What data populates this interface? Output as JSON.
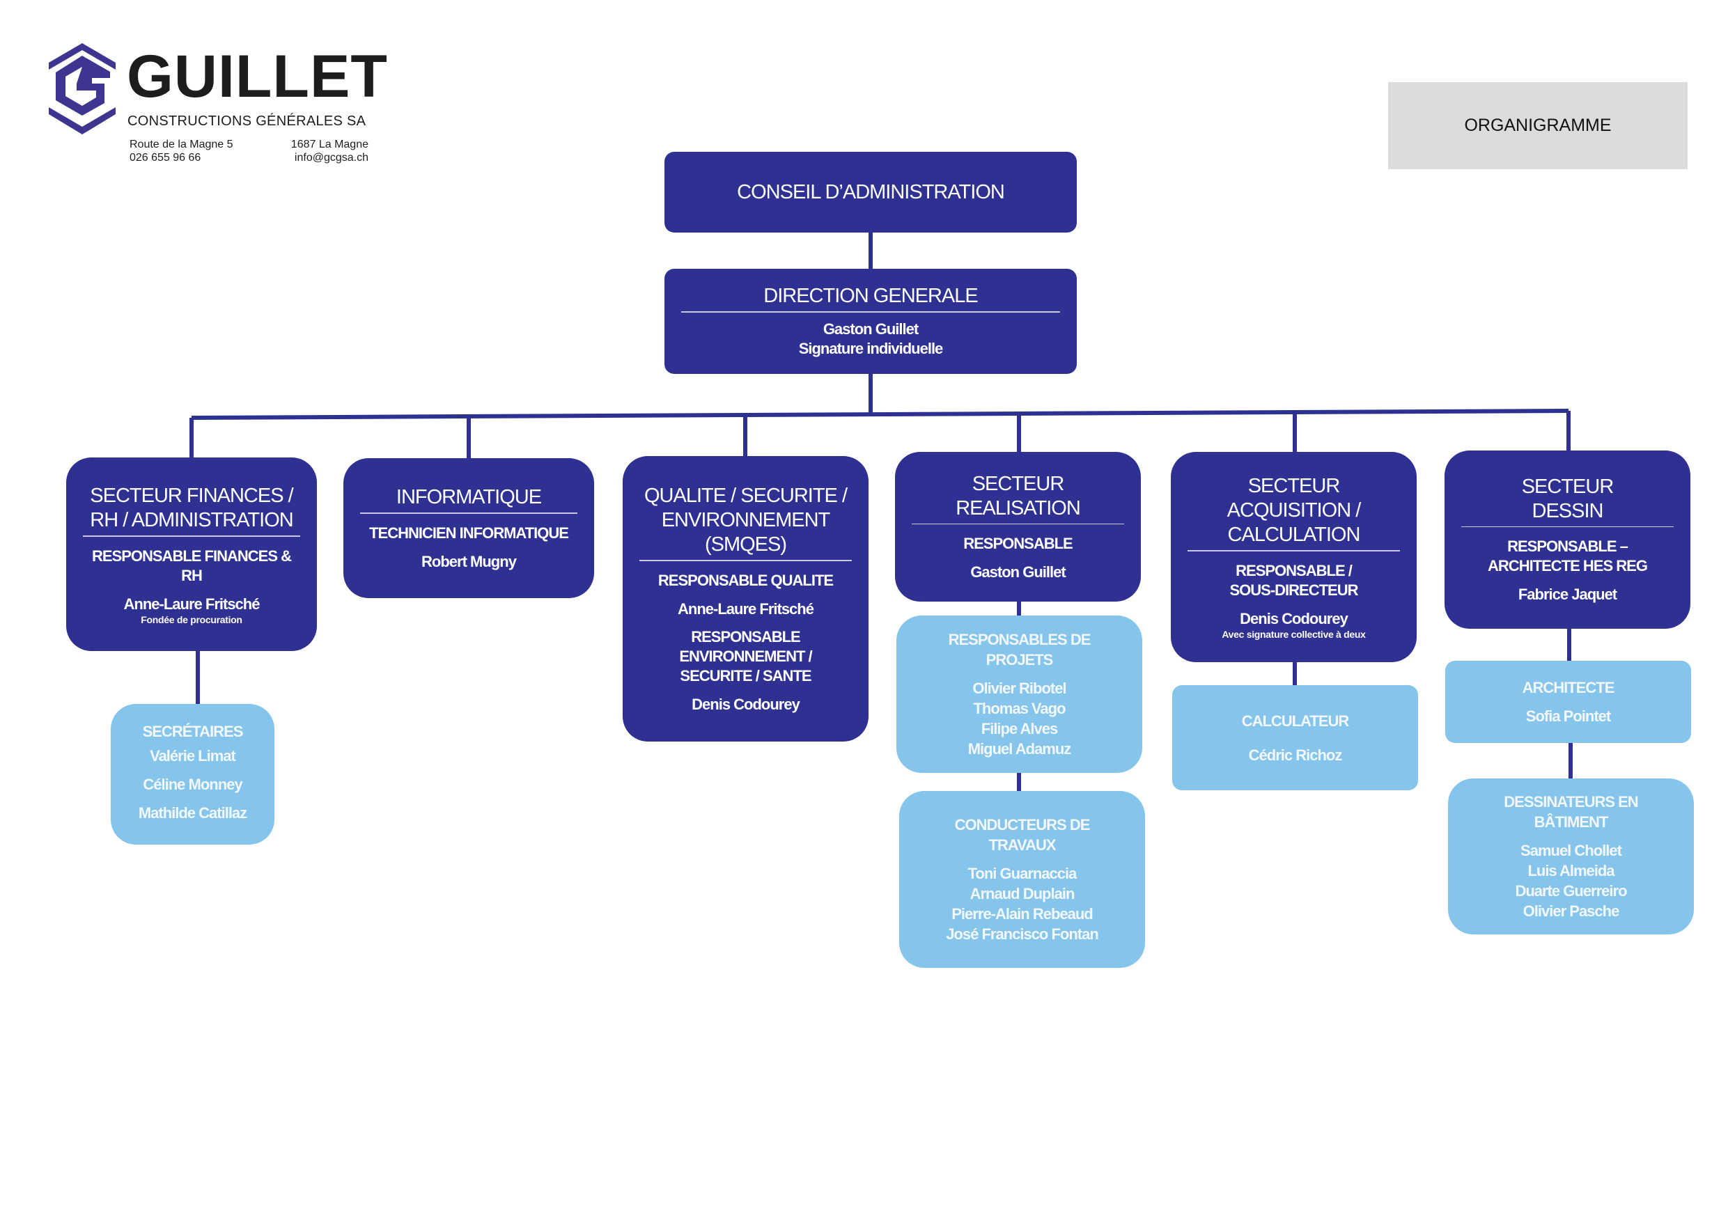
{
  "company": {
    "name": "GUILLET",
    "tagline": "CONSTRUCTIONS GÉNÉRALES SA",
    "address": "Route de la Magne 5\n026 655 96 66",
    "city": "1687 La Magne\ninfo@gcgsa.ch",
    "brand_color": "#2e3192"
  },
  "doc_label": "ORGANIGRAMME",
  "colors": {
    "primary": "#2e3192",
    "secondary": "#85c5ec",
    "label_bg": "#dcdcde"
  },
  "board": {
    "title": "CONSEIL D’ADMINISTRATION"
  },
  "direction": {
    "title": "DIRECTION GENERALE",
    "name": "Gaston Guillet\nSignature individuelle"
  },
  "finances": {
    "title": "SECTEUR FINANCES /\nRH / ADMINISTRATION",
    "role": "RESPONSABLE FINANCES &\nRH",
    "name": "Anne-Laure Fritsché",
    "note": "Fondée de procuration"
  },
  "secretaires": {
    "title": "SECRÉTAIRES",
    "names": "Valérie Limat\nCéline Monney\nMathilde Catillaz"
  },
  "informatique": {
    "title": "INFORMATIQUE",
    "role": "TECHNICIEN INFORMATIQUE",
    "name": "Robert Mugny"
  },
  "qualite": {
    "title": "QUALITE / SECURITE /\nENVIRONNEMENT\n(SMQES)",
    "role1": "RESPONSABLE QUALITE",
    "name1": "Anne-Laure Fritsché",
    "role2": "RESPONSABLE\nENVIRONNEMENT /\nSECURITE / SANTE",
    "name2": "Denis Codourey"
  },
  "realisation": {
    "title": "SECTEUR\nREALISATION",
    "role": "RESPONSABLE",
    "name": "Gaston Guillet"
  },
  "projets": {
    "title": "RESPONSABLES DE\nPROJETS",
    "names": "Olivier Ribotel\nThomas Vago\nFilipe Alves\nMiguel Adamuz"
  },
  "conducteurs": {
    "title": "CONDUCTEURS DE\nTRAVAUX",
    "names": "Toni Guarnaccia\nArnaud Duplain\nPierre-Alain Rebeaud\nJosé Francisco Fontan"
  },
  "acquisition": {
    "title": "SECTEUR\nACQUISITION /\nCALCULATION",
    "role": "RESPONSABLE /\nSOUS-DIRECTEUR",
    "name": "Denis Codourey",
    "note": "Avec signature collective à deux"
  },
  "calculateur": {
    "title": "CALCULATEUR",
    "names": "Cédric Richoz"
  },
  "dessin": {
    "title": "SECTEUR\nDESSIN",
    "role": "RESPONSABLE –\nARCHITECTE HES REG",
    "name": "Fabrice Jaquet"
  },
  "architecte": {
    "title": "ARCHITECTE",
    "names": "Sofia Pointet"
  },
  "dessinateurs": {
    "title": "DESSINATEURS EN\nBÂTIMENT",
    "names": "Samuel Chollet\nLuis Almeida\nDuarte Guerreiro\nOlivier Pasche"
  }
}
